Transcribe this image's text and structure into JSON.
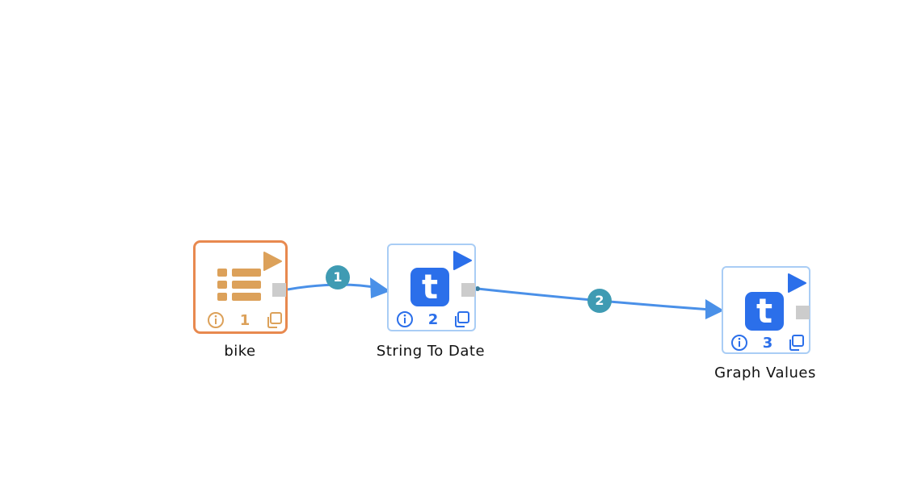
{
  "nodes": [
    {
      "label": "bike",
      "number": "1",
      "state": "selected",
      "icon": "table-list-icon",
      "color": "#e8894f"
    },
    {
      "label": "String To Date",
      "number": "2",
      "state": "normal",
      "icon": "t-icon",
      "glyph": "t",
      "color": "#2b6fea"
    },
    {
      "label": "Graph Values",
      "number": "3",
      "state": "normal",
      "icon": "t-icon",
      "glyph": "t",
      "color": "#2b6fea"
    }
  ],
  "edges": [
    {
      "from": "bike",
      "to": "String To Date",
      "badge": "1"
    },
    {
      "from": "String To Date",
      "to": "Graph Values",
      "badge": "2"
    }
  ],
  "colors": {
    "edge": "#4a90e8",
    "badge": "#3f9bb3",
    "selected_border": "#e8894f",
    "node_border": "#a9cdf5",
    "accent": "#2b6fea",
    "port": "#cccccc"
  }
}
